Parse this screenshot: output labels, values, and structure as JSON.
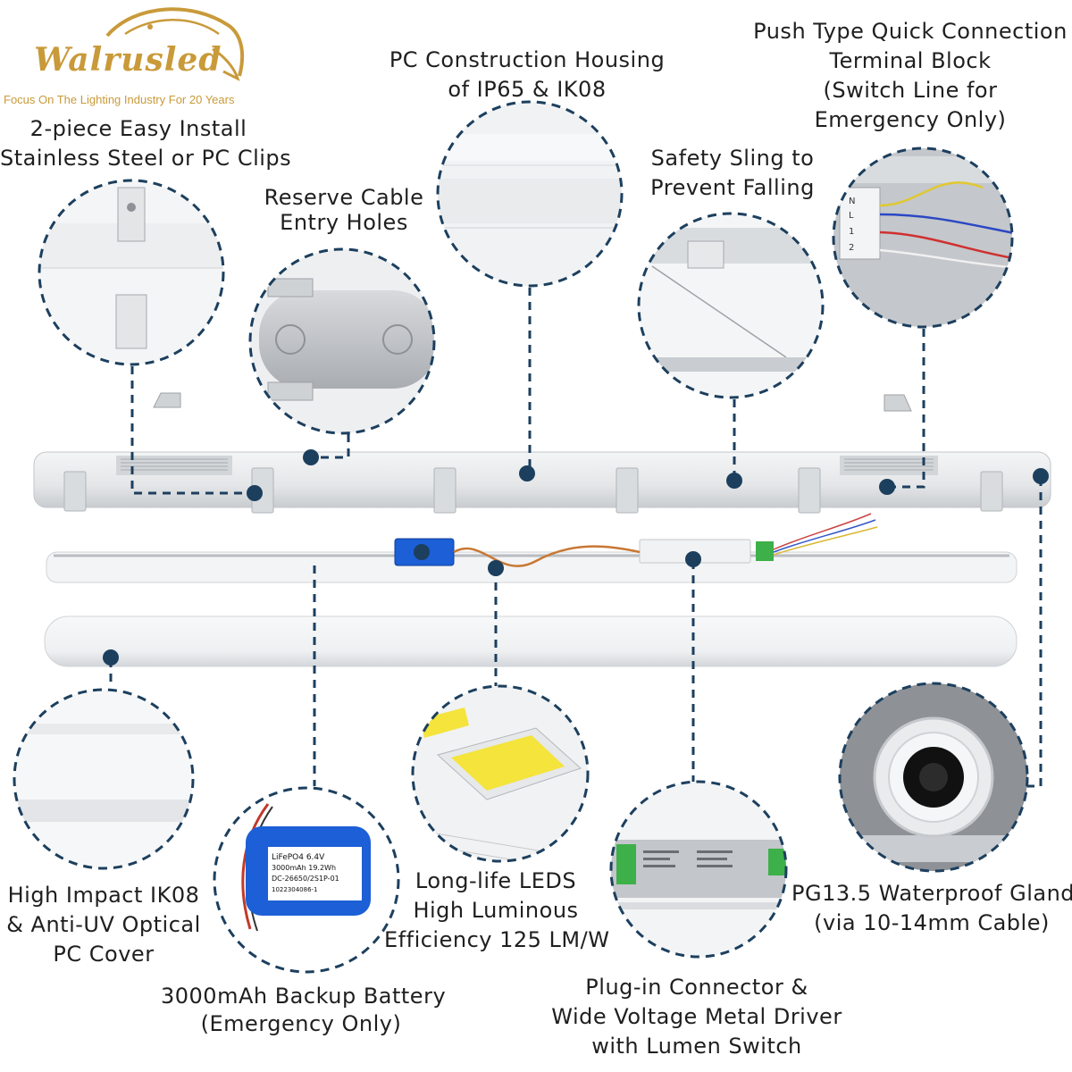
{
  "brand": {
    "name": "Walrusled",
    "tagline": "Focus On The Lighting Industry For 20 Years"
  },
  "colors": {
    "accent": "#1c3f5e",
    "brand_gold": "#c99a3a",
    "led_yellow": "#f4e43c",
    "battery_blue": "#1c5fd6"
  },
  "features": [
    {
      "id": "clips",
      "lines": [
        "2-piece Easy Install",
        "Stainless Steel or PC Clips"
      ]
    },
    {
      "id": "housing",
      "lines": [
        "PC Construction Housing",
        "of IP65 & IK08"
      ]
    },
    {
      "id": "terminal",
      "lines": [
        "Push Type Quick Connection",
        "Terminal Block",
        "(Switch Line for",
        "Emergency Only)"
      ]
    },
    {
      "id": "cable-holes",
      "lines": [
        "Reserve Cable",
        "Entry Holes"
      ]
    },
    {
      "id": "sling",
      "lines": [
        "Safety Sling to",
        "Prevent Falling"
      ]
    },
    {
      "id": "cover",
      "lines": [
        "High Impact IK08",
        "& Anti-UV Optical",
        "PC Cover"
      ]
    },
    {
      "id": "leds",
      "lines": [
        "Long-life LEDS",
        "High Luminous",
        "Efficiency 125 LM/W"
      ]
    },
    {
      "id": "gland",
      "lines": [
        "PG13.5 Waterproof Gland",
        "(via 10-14mm Cable)"
      ]
    },
    {
      "id": "battery",
      "lines": [
        "3000mAh Backup Battery",
        "(Emergency Only)"
      ]
    },
    {
      "id": "driver",
      "lines": [
        "Plug-in Connector &",
        "Wide Voltage Metal Driver",
        "with Lumen Switch"
      ]
    }
  ],
  "battery_label": {
    "line1": "LiFePO4  6.4V",
    "line2": "3000mAh  19.2Wh",
    "line3": "DC-26650/2S1P-01",
    "line4": "1022304086-1"
  },
  "terminal_marks": [
    "N",
    "L",
    "1",
    "2"
  ]
}
